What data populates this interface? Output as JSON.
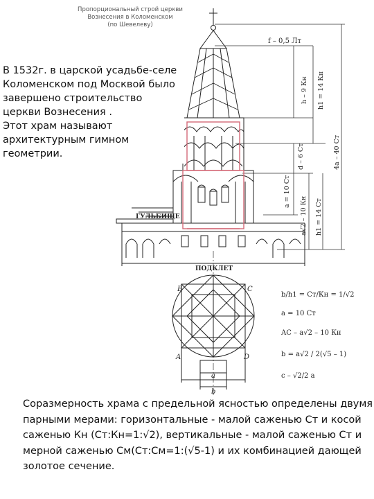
{
  "figure": {
    "caption_lines": [
      "Пропорциональный строй церкви",
      "Вознесения в Коломенском",
      "(по Шевелеву)"
    ],
    "label_gulbische": "ГУЛЬБИЩЕ",
    "label_podklet": "ПОДКЛЕТ",
    "dim_f": "f – 0,5 Лт",
    "dim_h": "h – 9 Кн",
    "dim_h1": "h1 = 14 Кн",
    "dim_d": "d – 6 Ст",
    "dim_4a": "4a – 40 Ст",
    "dim_a": "a = 10 Ст",
    "dim_a2": "a√2 – 10 Кн",
    "dim_h1b": "h1 = 14 Ст",
    "plan_corners": [
      "B",
      "C",
      "A",
      "D"
    ],
    "plan_dims": [
      "a",
      "b"
    ],
    "formulas": [
      "b/h1 = Ст/Кн = 1/√2",
      "a = 10 Ст",
      "AC – a√2 – 10 Кн",
      "b = a√2 / 2(√5 – 1)",
      "c – √2/2 a"
    ]
  },
  "intro_lines": [
    "В 1532г. в царской усадьбе-селе",
    "Коломенском под Москвой было",
    "завершено строительство",
    "церкви Вознесения .",
    "Этот храм называют",
    "архитектурным гимном",
    "геометрии."
  ],
  "bottom_lines": [
    "Соразмерность храма с предельной ясностью определены двумя",
    "парными мерами: горизонтальные - малой саженью Ст и косой",
    "саженью Кн (Ст:Кн=1:√2), вертикальные - малой саженью Ст и",
    "мерной саженью См(Ст:См=1:(√5-1) и их комбинацией дающей",
    "золотое сечение."
  ]
}
